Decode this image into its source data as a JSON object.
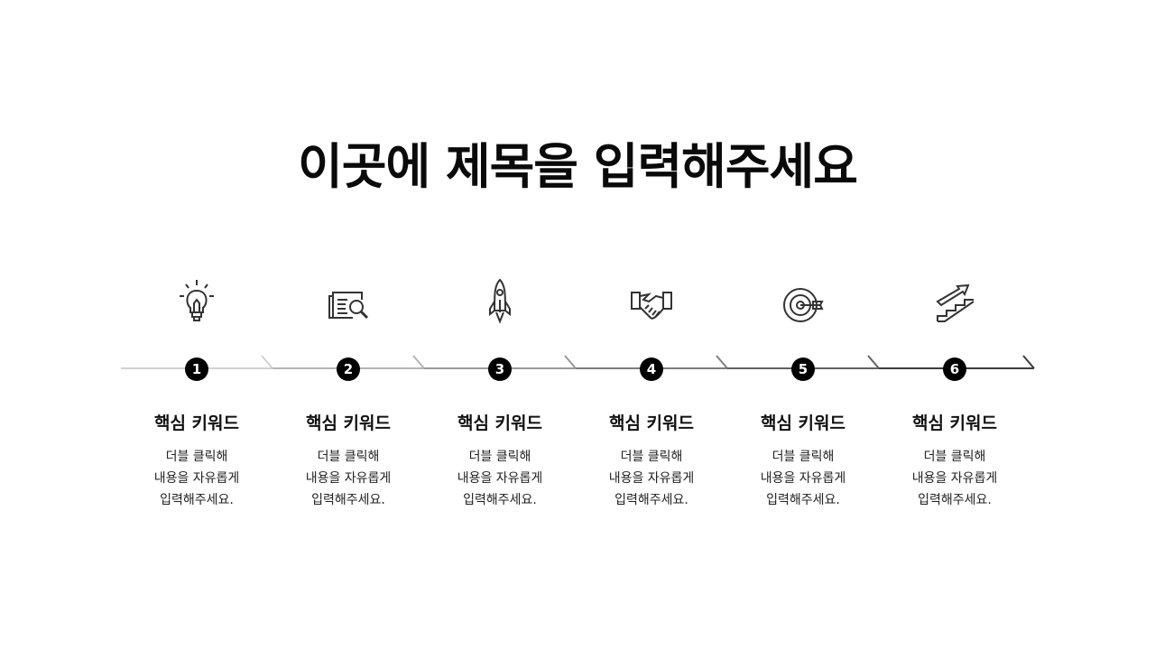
{
  "title": "이곳에 제목을 입력해주세요",
  "steps": [
    {
      "number": "1",
      "icon": "lightbulb-icon",
      "keyword": "핵심 키워드",
      "lines": [
        "더블 클릭해",
        "내용을 자유롭게",
        "입력해주세요."
      ],
      "line_color": "#d0d0d0"
    },
    {
      "number": "2",
      "icon": "newspaper-search-icon",
      "keyword": "핵심 키워드",
      "lines": [
        "더블 클릭해",
        "내용을 자유롭게",
        "입력해주세요."
      ],
      "line_color": "#b4b4b4"
    },
    {
      "number": "3",
      "icon": "rocket-icon",
      "keyword": "핵심 키워드",
      "lines": [
        "더블 클릭해",
        "내용을 자유롭게",
        "입력해주세요."
      ],
      "line_color": "#999999"
    },
    {
      "number": "4",
      "icon": "handshake-icon",
      "keyword": "핵심 키워드",
      "lines": [
        "더블 클릭해",
        "내용을 자유롭게",
        "입력해주세요."
      ],
      "line_color": "#7d7d7d"
    },
    {
      "number": "5",
      "icon": "target-icon",
      "keyword": "핵심 키워드",
      "lines": [
        "더블 클릭해",
        "내용을 자유롭게",
        "입력해주세요."
      ],
      "line_color": "#616161"
    },
    {
      "number": "6",
      "icon": "stairs-arrow-icon",
      "keyword": "핵심 키워드",
      "lines": [
        "더블 클릭해",
        "내용을 자유롭게",
        "입력해주세요."
      ],
      "line_color": "#3c3c3c"
    }
  ]
}
